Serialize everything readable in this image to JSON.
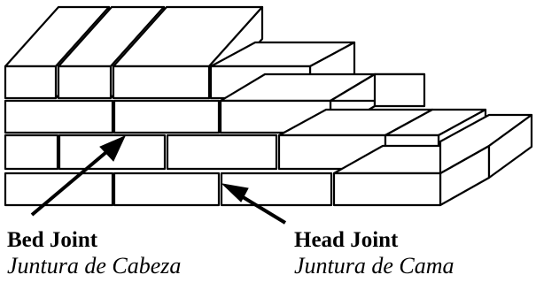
{
  "labels": {
    "bed": {
      "english": "Bed Joint",
      "spanish": "Juntura de Cabeza"
    },
    "head": {
      "english": "Head Joint",
      "spanish": "Juntura de Cama"
    }
  },
  "colors": {
    "stroke": "#000000",
    "fill": "#ffffff"
  }
}
